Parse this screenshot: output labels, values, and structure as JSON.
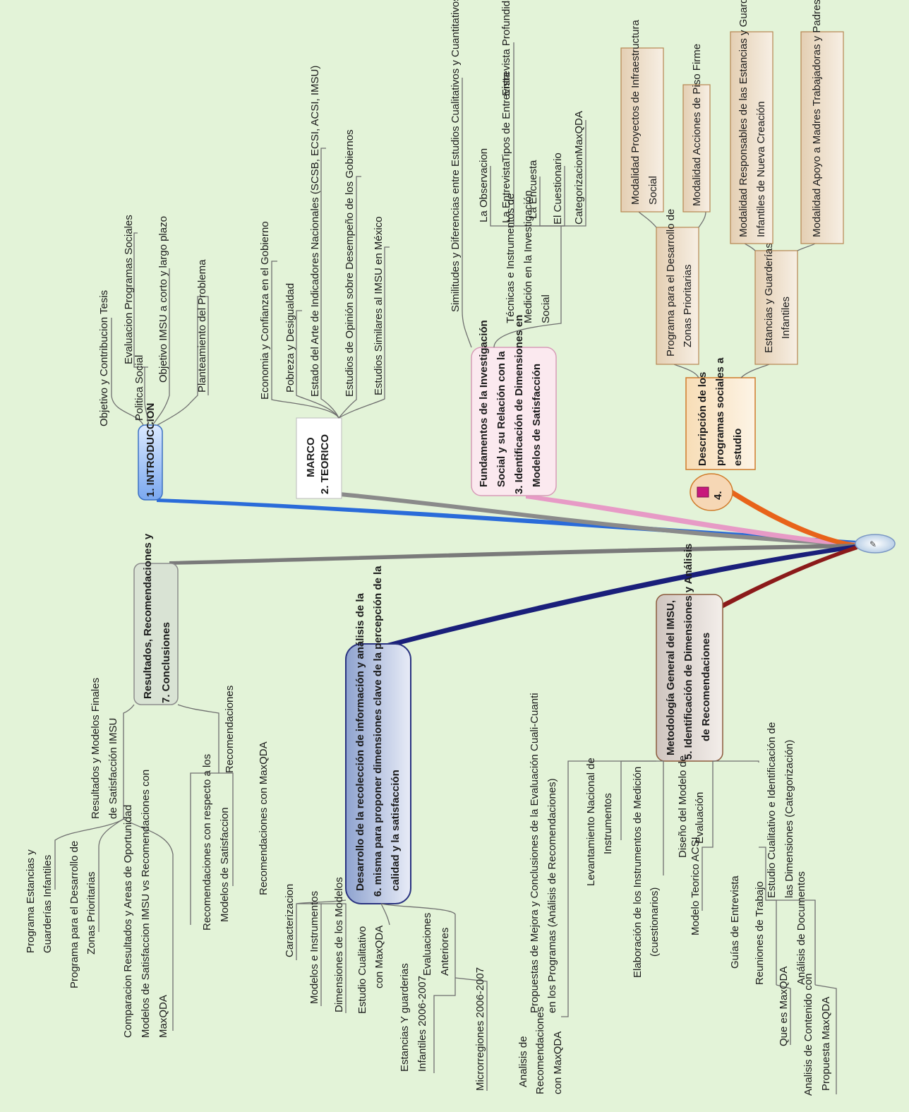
{
  "root": {
    "label": ""
  },
  "branches": {
    "introduccion": {
      "title": "1. INTRODUCCION",
      "color": "#2a6bd9",
      "items": {
        "objetivo_contribucion": "Objetivo y Contribucion Tesis",
        "politica_social": "Politica Social",
        "evaluacion_programas": "Evaluacion Programas Sociales",
        "objetivo_imsu": "Objetivo IMSU a corto y largo plazo",
        "planteamiento": "Planteamiento del Problema"
      }
    },
    "marco_teorico": {
      "title_line1": "MARCO",
      "title_line2": "2. TEORICO",
      "color": "#8a8a8a",
      "items": {
        "economia": "Economia y Confianza en el Gobierno",
        "pobreza": "Pobreza y Desigualdad",
        "estado_arte": "Estado del Arte de Indicadores Nacionales (SCSB, ECSI, ACSI, IMSU)",
        "estudios_opinion": "Estudios de Opinión sobre Desempeño de los Gobiernos",
        "estudios_similares": "Estudios Similares al IMSU en México"
      }
    },
    "fundamentos": {
      "title_line1": "Fundamentos de la Investigación",
      "title_line2": "Social y su Relación con la",
      "title_line3": "3. Identificación de Dimensiones en",
      "title_line4": "Modelos de Satisfacción",
      "color": "#e79ac6",
      "items": {
        "similitudes": "Similitudes y Diferencias entre Estudios Cualitativos y Cuantitativos",
        "tecnicas_line1": "Técnicas e Instrumentos de",
        "tecnicas_line2": "Medición en la Investigación",
        "tecnicas_line3": "Social",
        "observacion": "La Observacion",
        "entrevista": "La Entrevista",
        "tipos_entrevista": "Tipos de Entrevista",
        "entrevista_profundidad": "Entrevista  Profundidad",
        "encuesta": "La Encuesta",
        "cuestionario": "El Cuestionario",
        "categorizacion": "Categorizacion",
        "maxqda": "MaxQDA"
      }
    },
    "descripcion": {
      "number": "4.",
      "title_line1": "Descripción de los",
      "title_line2": "programas sociales a",
      "title_line3": "estudio",
      "color": "#e8631a",
      "items": {
        "programa_zonas_line1": "Programa para el Desarrollo de",
        "programa_zonas_line2": "Zonas Prioritarias",
        "modalidad_infra_line1": "Modalidad Proyectos de Infraestructura",
        "modalidad_infra_line2": "Social",
        "modalidad_piso": "Modalidad Acciones de Piso Firme",
        "estancias_line1": "Estancias y Guarderías",
        "estancias_line2": "Infantiles",
        "modalidad_resp_line1": "Modalidad Responsables de las Estancias y Guarderías",
        "modalidad_resp_line2": "Infantiles de Nueva Creación",
        "modalidad_apoyo": "Modalidad Apoyo a Madres Trabajadoras y Padres Solos"
      }
    },
    "metodologia": {
      "title_line1": "Metodología General del IMSU,",
      "title_line2": "5. Identificación de Dimensiones y Análisis",
      "title_line3": "de Recomendaciones",
      "color": "#8b1a1a",
      "items": {
        "propuestas_line1": "Propuestas de Mejora y  Conclusiones de la Evaluación Cuali-Cuanti",
        "propuestas_line2": "en los Programas (Análisis de Recomendaciones)",
        "analisis_rec_line1": "Analisis de",
        "analisis_rec_line2": "Recomendaciones",
        "analisis_rec_line3": "con MaxQDA",
        "levantamiento_line1": "Levantamiento Nacional de",
        "levantamiento_line2": "Instrumentos",
        "elaboracion_line1": "Elaboración de los Instrumentos de Medición",
        "elaboracion_line2": "(cuestionarios)",
        "diseno_line1": "Diseño del Modelo de",
        "diseno_line2": "Evaluación",
        "modelo_acsi": "Modelo Teorico ACSI",
        "estudio_cual_line1": "Estudio Cualitativo e Identificación de",
        "estudio_cual_line2": "las Dimensiones (Categorización)",
        "guias": "Guías de Entrevista",
        "reuniones": "Reuniones de Trabajo",
        "analisis_docs": "Análisis de Documentos",
        "que_es": "Que es MaxQDA",
        "analisis_cont_line1": "Analisis de Contenido con",
        "analisis_cont_line2": "Propuesta MaxQDA"
      }
    },
    "desarrollo": {
      "title_line1": "Desarrollo de la recolección de información y análisis de la",
      "title_line2": "6. misma para proponer dimensiones clave de la percepción de la",
      "title_line3": "calidad y la satisfacción",
      "color": "#1a1f7a",
      "items": {
        "caracterizacion": "Caracterizacion",
        "modelos_instr": "Modelos e Instrumentos",
        "dimensiones": "Dimensiones de los Modelos",
        "estudio_maxqda_line1": "Estudio Cualitativo",
        "estudio_maxqda_line2": "con MaxQDA",
        "evaluaciones_line1": "Evaluaciones",
        "evaluaciones_line2": "Anteriores",
        "estancias_line1": "Estancias Y guarderias",
        "estancias_line2": "Infantiles 2006-2007",
        "microrregiones": "Microrregiones 2006-2007"
      }
    },
    "resultados": {
      "title_line1": "Resultados, Recomendaciones y",
      "title_line2": "7. Conclusiones",
      "color": "#7a7a7a",
      "items": {
        "resultados_line1": "Resultados y Modelos Finales",
        "resultados_line2": "de Satisfacción IMSU",
        "programa_est_line1": "Programa Estancias y",
        "programa_est_line2": "Guarderías Infantiles",
        "programa_zonas_line1": "Programa para el Desarrollo de",
        "programa_zonas_line2": "Zonas Prioritarias",
        "comparacion_line1": "Comparacion Resultados y Areas de Oportunidad",
        "comparacion_line2": "Modelos de Satisfaccion IMSU vs Recomendaciones con",
        "comparacion_line3": "MaxQDA",
        "recomendaciones": "Recomendaciones",
        "rec_modelos_line1": "Recomendaciones con respecto a los",
        "rec_modelos_line2": "Modelos de Satisfaccion",
        "rec_maxqda": "Recomendaciones con MaxQDA"
      }
    }
  }
}
